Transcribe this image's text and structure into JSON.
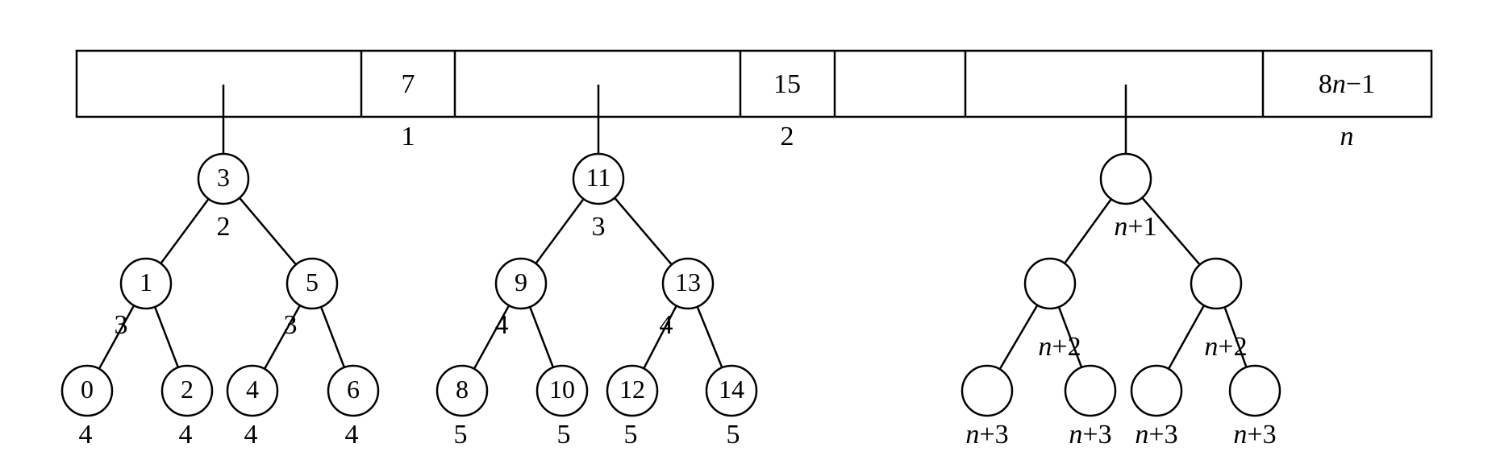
{
  "array": {
    "cell_values": [
      "",
      "7",
      "",
      "15",
      "",
      "",
      "8n−1"
    ],
    "index_labels": [
      "1",
      "2",
      "n"
    ]
  },
  "trees": [
    {
      "root": {
        "value": "3",
        "depth": "2"
      },
      "mid": [
        {
          "value": "1",
          "depth": "3"
        },
        {
          "value": "5",
          "depth": "3"
        }
      ],
      "leaves": [
        {
          "value": "0",
          "depth": "4"
        },
        {
          "value": "2",
          "depth": "4"
        },
        {
          "value": "4",
          "depth": "4"
        },
        {
          "value": "6",
          "depth": "4"
        }
      ]
    },
    {
      "root": {
        "value": "11",
        "depth": "3"
      },
      "mid": [
        {
          "value": "9",
          "depth": "4"
        },
        {
          "value": "13",
          "depth": "4"
        }
      ],
      "leaves": [
        {
          "value": "8",
          "depth": "5"
        },
        {
          "value": "10",
          "depth": "5"
        },
        {
          "value": "12",
          "depth": "5"
        },
        {
          "value": "14",
          "depth": "5"
        }
      ]
    },
    {
      "root": {
        "value": "",
        "depth": "n+1"
      },
      "mid": [
        {
          "value": "",
          "depth": "n+2"
        },
        {
          "value": "",
          "depth": "n+2"
        }
      ],
      "leaves": [
        {
          "value": "",
          "depth": "n+3"
        },
        {
          "value": "",
          "depth": "n+3"
        },
        {
          "value": "",
          "depth": "n+3"
        },
        {
          "value": "",
          "depth": "n+3"
        }
      ]
    }
  ]
}
